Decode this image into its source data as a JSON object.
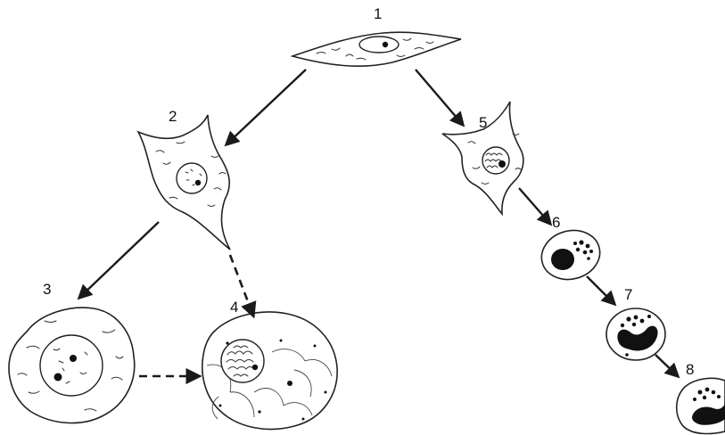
{
  "labels": {
    "cell_1": "1",
    "cell_2": "2",
    "cell_3": "3",
    "cell_4": "4",
    "cell_5": "5",
    "cell_6": "6",
    "cell_7": "7",
    "cell_8": "8"
  },
  "arrows": [
    {
      "from": "1",
      "to": "2",
      "style": "solid"
    },
    {
      "from": "1",
      "to": "5",
      "style": "solid"
    },
    {
      "from": "2",
      "to": "3",
      "style": "solid"
    },
    {
      "from": "2",
      "to": "4",
      "style": "dashed"
    },
    {
      "from": "3",
      "to": "4",
      "style": "dashed"
    },
    {
      "from": "5",
      "to": "6",
      "style": "solid"
    },
    {
      "from": "6",
      "to": "7",
      "style": "solid"
    },
    {
      "from": "7",
      "to": "8",
      "style": "solid"
    }
  ]
}
